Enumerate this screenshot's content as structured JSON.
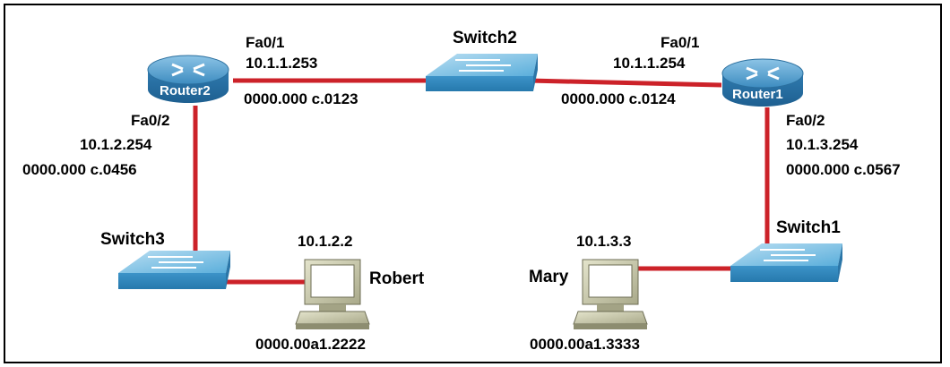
{
  "devices": {
    "router2": {
      "name": "Router2",
      "fa01": "Fa0/1",
      "fa01_ip": "10.1.1.253",
      "fa01_mac": "0000.000 c.0123",
      "fa02": "Fa0/2",
      "fa02_ip": "10.1.2.254",
      "fa02_mac": "0000.000 c.0456"
    },
    "router1": {
      "name": "Router1",
      "fa01": "Fa0/1",
      "fa01_ip": "10.1.1.254",
      "fa01_mac": "0000.000 c.0124",
      "fa02": "Fa0/2",
      "fa02_ip": "10.1.3.254",
      "fa02_mac": "0000.000 c.0567"
    },
    "switch1": {
      "name": "Switch1"
    },
    "switch2": {
      "name": "Switch2"
    },
    "switch3": {
      "name": "Switch3"
    },
    "robert": {
      "name": "Robert",
      "ip": "10.1.2.2",
      "mac": "0000.00a1.2222"
    },
    "mary": {
      "name": "Mary",
      "ip": "10.1.3.3",
      "mac": "0000.00a1.3333"
    }
  },
  "colors": {
    "link": "#cc2229",
    "router": "#3f8fc0",
    "switch": "#4ba3d3",
    "pc": "#c9c9a8"
  }
}
